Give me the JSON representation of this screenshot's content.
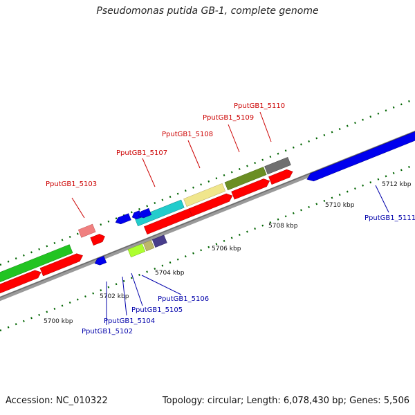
{
  "title": "Pseudomonas putida GB-1, complete genome",
  "footer": {
    "accession": "Accession: NC_010322",
    "topology": "Topology: circular; Length: 6,078,430 bp; Genes: 5,506"
  },
  "scale_labels": [
    "5700 kbp",
    "5702 kbp",
    "5704 kbp",
    "5706 kbp",
    "5708 kbp",
    "5710 kbp",
    "5712 kbp"
  ],
  "gene_labels": {
    "plus": [
      "PputGB1_5103",
      "PputGB1_5107",
      "PputGB1_5108",
      "PputGB1_5109",
      "PputGB1_5110"
    ],
    "minus": [
      "PputGB1_5102",
      "PputGB1_5104",
      "PputGB1_5105",
      "PputGB1_5106",
      "PputGB1_5111"
    ]
  },
  "colors": {
    "plus_label": "#cc0000",
    "minus_label": "#0000aa",
    "cds_plus": "#ff0000",
    "cds_minus": "#0000ee",
    "backbone": "#888888",
    "tick": "#006400"
  }
}
